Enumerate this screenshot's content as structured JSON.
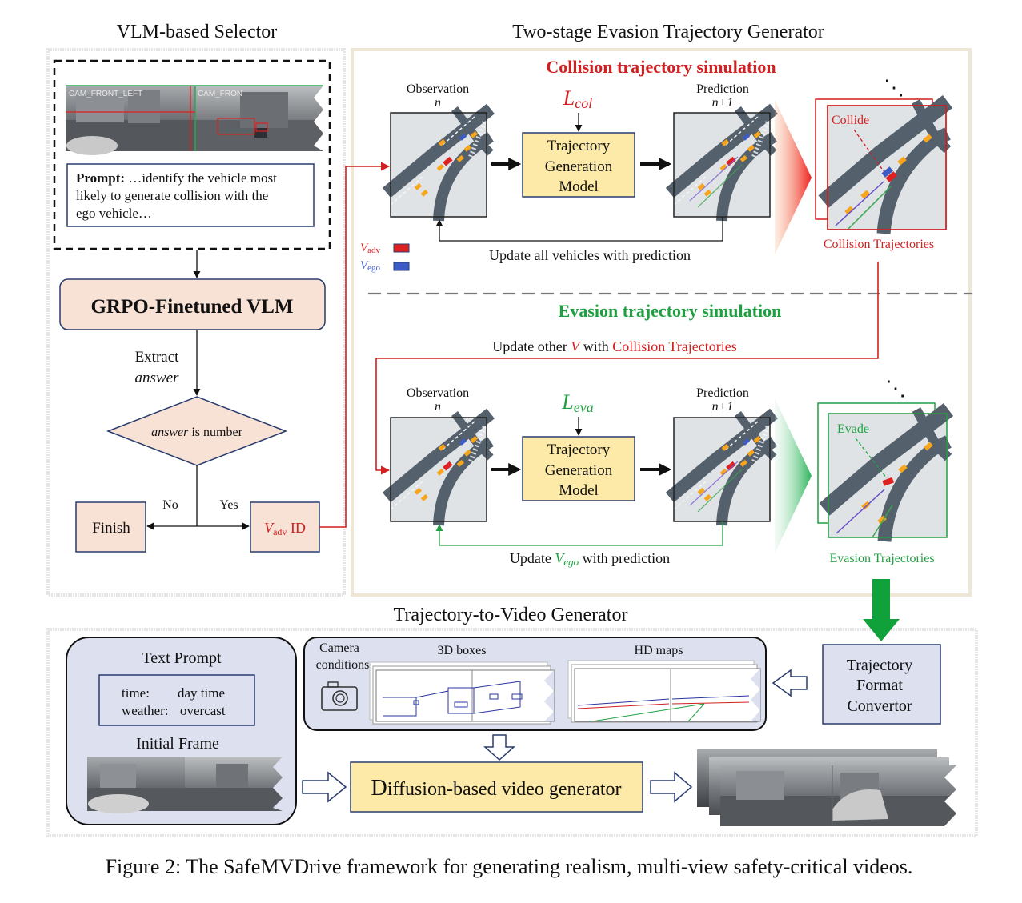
{
  "sections": {
    "vlm_selector": "VLM-based Selector",
    "two_stage": "Two-stage Evasion Trajectory Generator",
    "traj_to_video": "Trajectory-to-Video Generator"
  },
  "vlm": {
    "cam_front_left": "CAM_FRONT_LEFT",
    "cam_front": "CAM_FRON",
    "prompt_bold": "Prompt:",
    "prompt_line1": " …identify the vehicle most",
    "prompt_line2": "likely to generate collision with the",
    "prompt_line3": "ego vehicle…",
    "grpo": "GRPO-Finetuned VLM",
    "extract": "Extract",
    "answer": "answer",
    "diamond_italic": "answer",
    "diamond_rest": " is number",
    "no": "No",
    "yes": "Yes",
    "finish": "Finish",
    "vadv_v": "V",
    "vadv_sub": "adv",
    "vadv_id": " ID"
  },
  "collision": {
    "title": "Collision trajectory simulation",
    "obs": "Observation",
    "obs_n": "n",
    "loss_main": "L",
    "loss_sub": "col",
    "model_l1": "Trajectory",
    "model_l2": "Generation",
    "model_l3": "Model",
    "pred": "Prediction",
    "pred_n": "n+1",
    "collide": "Collide",
    "result": "Collision Trajectories",
    "update": "Update all vehicles with prediction",
    "legend_adv_v": "V",
    "legend_adv_sub": "adv",
    "legend_ego_v": "V",
    "legend_ego_sub": "ego",
    "ellipsis": "⋱"
  },
  "evasion": {
    "title": "Evasion  trajectory simulation",
    "update_top_a": "Update other ",
    "update_top_v": "V",
    "update_top_b": " with ",
    "update_top_c": "Collision Trajectories",
    "obs": "Observation",
    "obs_n": "n",
    "loss_main": "L",
    "loss_sub": "eva",
    "model_l1": "Trajectory",
    "model_l2": "Generation",
    "model_l3": "Model",
    "pred": "Prediction",
    "pred_n": "n+1",
    "evade": "Evade",
    "result": "Evasion Trajectories",
    "update_a": "Update ",
    "update_v": "V",
    "update_sub": "ego",
    "update_b": "  with prediction",
    "ellipsis": "⋱"
  },
  "video": {
    "text_prompt": "Text Prompt",
    "time_key": "time:",
    "time_val": "day time",
    "weather_key": "weather:",
    "weather_val": "overcast",
    "initial_frame": "Initial Frame",
    "camera_l1": "Camera",
    "camera_l2": "conditions",
    "boxes": "3D boxes",
    "hdmaps": "HD maps",
    "convertor_l1": "Trajectory",
    "convertor_l2": "Format",
    "convertor_l3": "Convertor",
    "diffusion_d": "D",
    "diffusion_rest": "iffusion-based video generator"
  },
  "caption": "Figure 2: The SafeMVDrive framework for generating realism, multi-view safety-critical videos.",
  "colors": {
    "red": "#d21f1f",
    "green": "#1fa040",
    "salmon": "#f8e1d5",
    "yellow": "#fdeaa8",
    "lavender": "#dde0ef",
    "navy": "#283c6e",
    "bigarrow": "#10a13a"
  }
}
